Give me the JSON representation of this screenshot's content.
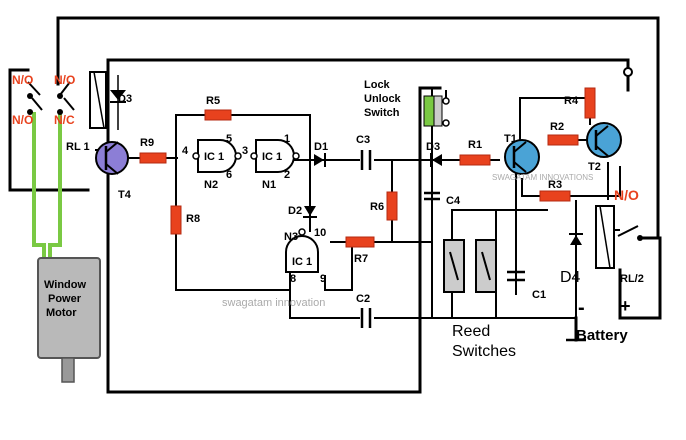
{
  "labels": {
    "no_top_left": "N/O",
    "no_top_right": "N/O",
    "no_mid_left": "N/O",
    "nc_mid_right": "N/C",
    "d3_left": "D3",
    "rl1": "RL 1",
    "t4": "T4",
    "r9": "R9",
    "r5": "R5",
    "r8": "R8",
    "ic_a": "IC 1",
    "ic_b": "IC 1",
    "ic_c": "IC 1",
    "n2": "N2",
    "n1": "N1",
    "n3": "N3",
    "pin4": "4",
    "pin5": "5",
    "pin6": "6",
    "pin3": "3",
    "pin1": "1",
    "pin2": "2",
    "pin10": "10",
    "pin8": "8",
    "pin9": "9",
    "d1": "D1",
    "d2": "D2",
    "c3": "C3",
    "r6": "R6",
    "c4": "C4",
    "r7": "R7",
    "c2": "C2",
    "lock_line1": "Lock",
    "lock_line2": "Unlock",
    "lock_line3": "Switch",
    "d3_right": "D3",
    "r1": "R1",
    "t1": "T1",
    "r4": "R4",
    "r2": "R2",
    "t2": "T2",
    "r3": "R3",
    "no_right": "N/O",
    "d4": "D4",
    "rl2": "RL/2",
    "c1": "C1",
    "minus": "-",
    "plus": "+",
    "battery": "Battery",
    "reed_line1": "Reed",
    "reed_line2": "Switches",
    "motor_line1": "Window",
    "motor_line2": "Power",
    "motor_line3": "Motor"
  },
  "watermarks": {
    "main": "swagatam innovation",
    "small": "SWAGATAM INNOVATIONS"
  },
  "colors": {
    "resistor": "#e8421e",
    "transistor": "#4aa3d6",
    "transistor_t4": "#8c7ed6",
    "motor": "#b9b9b9",
    "green_wire": "#7ac943",
    "switch": "#7ac943"
  }
}
